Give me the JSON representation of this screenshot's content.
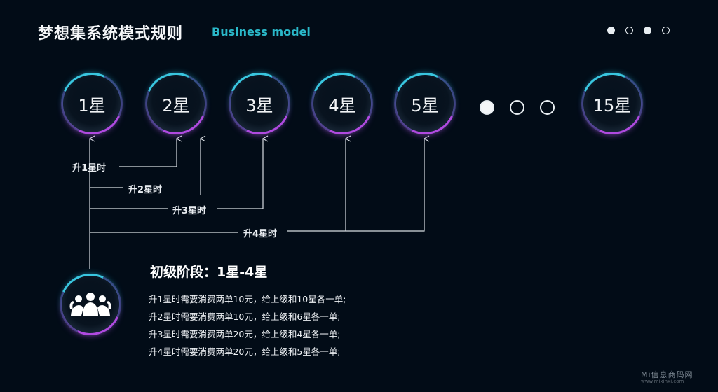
{
  "header": {
    "title": "梦想集系统模式规则",
    "subtitle": "Business model"
  },
  "stars": [
    {
      "label": "1星"
    },
    {
      "label": "2星"
    },
    {
      "label": "3星"
    },
    {
      "label": "4星"
    },
    {
      "label": "5星"
    },
    {
      "label": "15星"
    }
  ],
  "connectors": [
    {
      "label": "升1星时"
    },
    {
      "label": "升2星时"
    },
    {
      "label": "升3星时"
    },
    {
      "label": "升4星时"
    }
  ],
  "stage": {
    "title": "初级阶段：1星-4星",
    "rules": [
      "升1星时需要消费两单10元，给上级和10星各一单;",
      "升2星时需要消费两单10元，给上级和6星各一单;",
      "升3星时需要消费两单20元，给上级和4星各一单;",
      "升4星时需要消费两单20元，给上级和5星各一单;"
    ]
  },
  "icons": {
    "group": "people-group-icon"
  },
  "watermark": {
    "line1": "Mi信息商码网",
    "line2": "www.mixinxi.com"
  },
  "colors": {
    "background": "#020c17",
    "accent": "#2ab8c9",
    "glow_top": "#39c6df",
    "glow_bottom": "#b04ae0"
  }
}
